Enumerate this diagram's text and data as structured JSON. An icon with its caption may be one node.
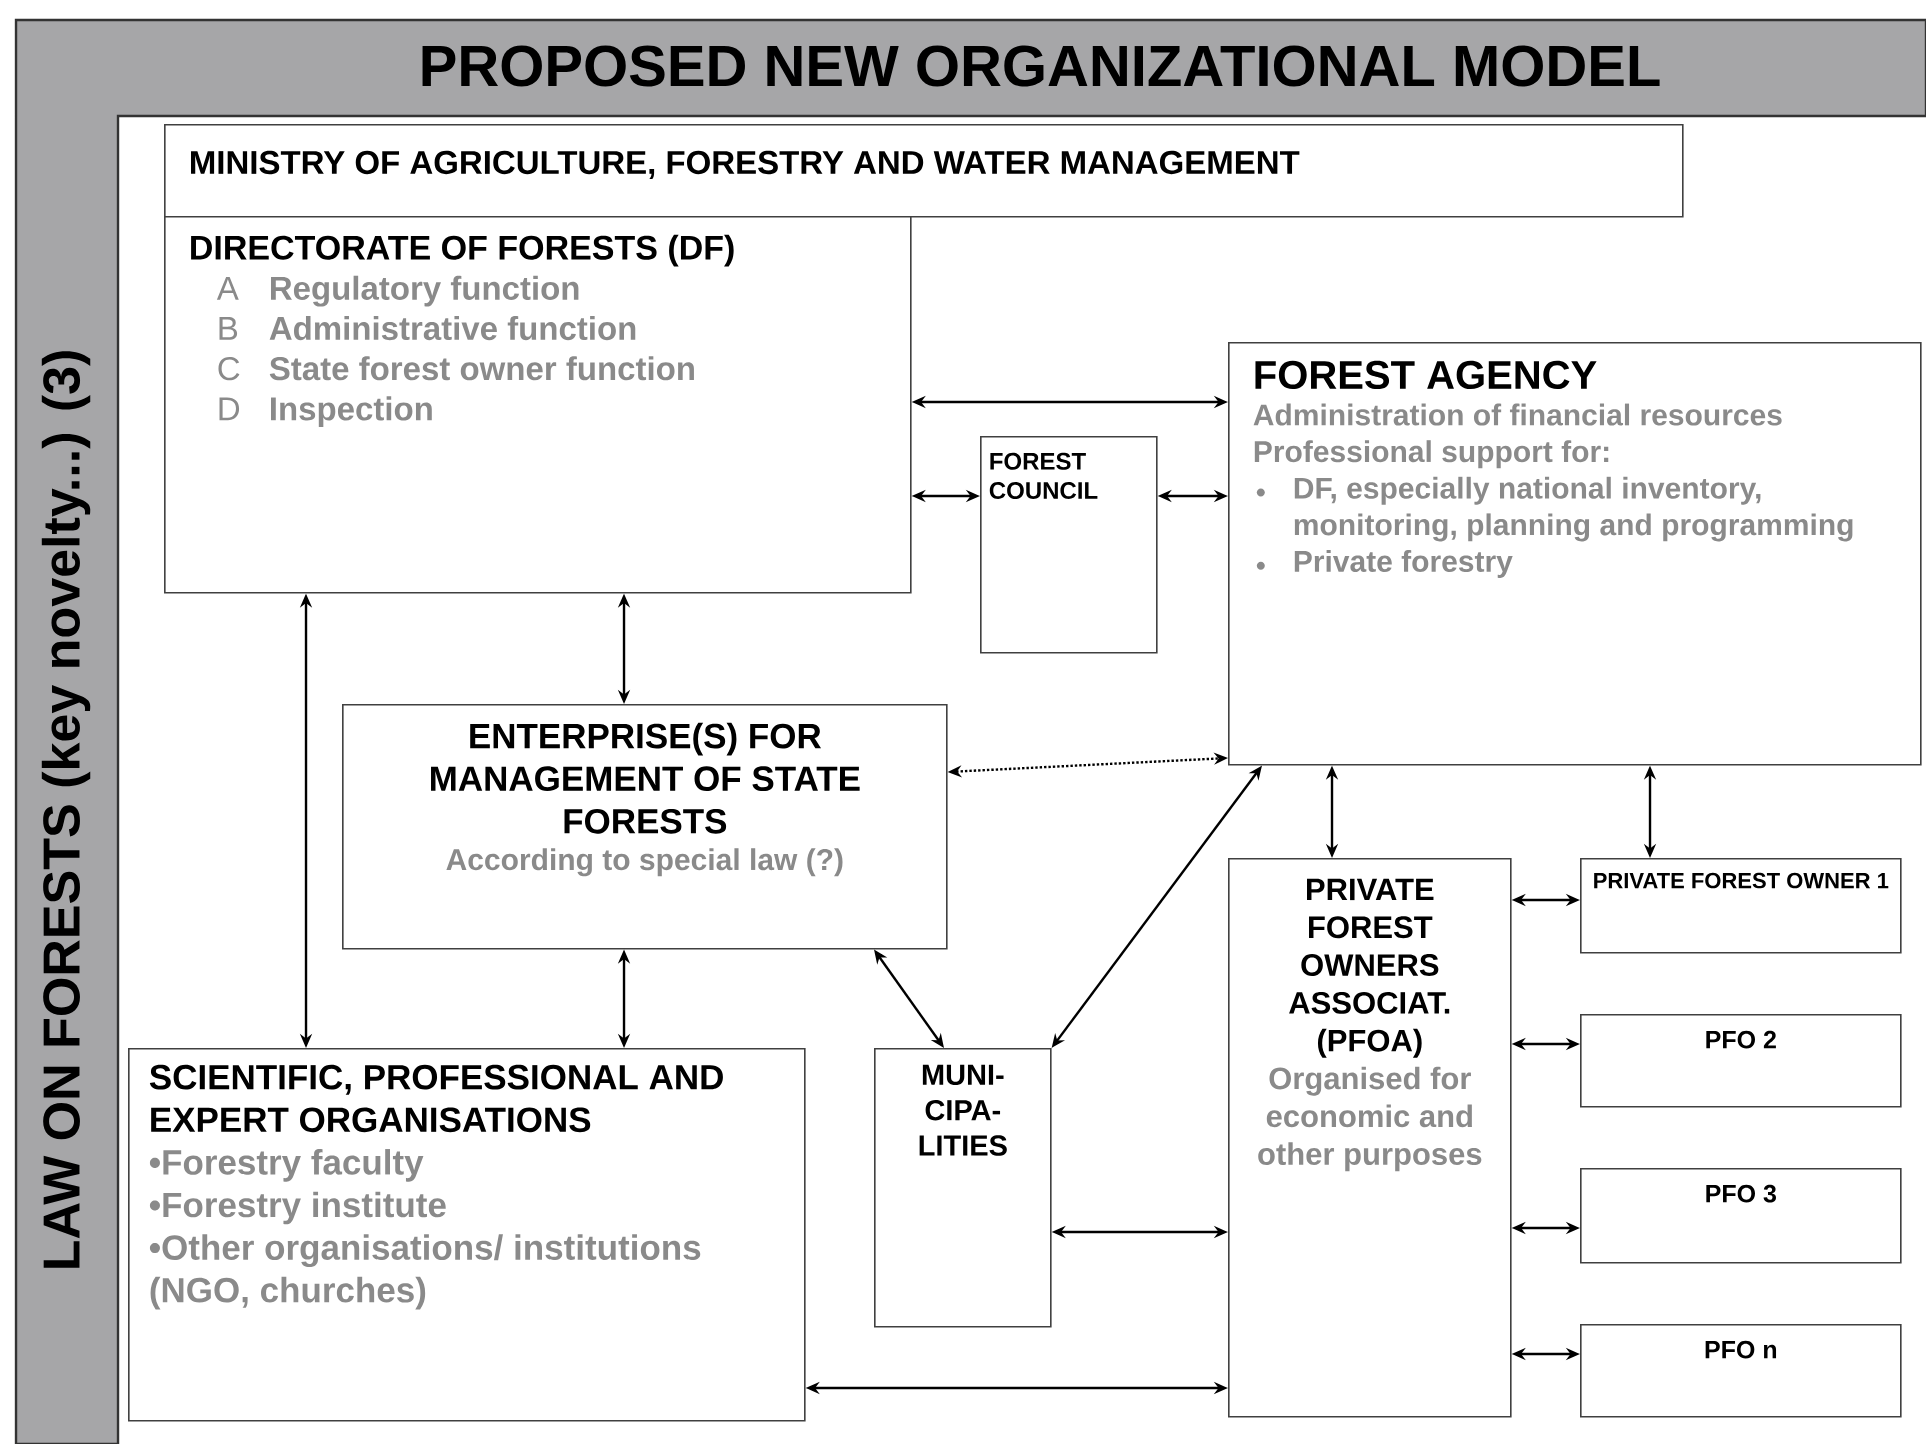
{
  "diagram": {
    "title": "PROPOSED NEW ORGANIZATIONAL MODEL",
    "nodes": [
      {
        "text": [
          "MINISTRY OF AGRICULTURE, FORESTRY AND WATER MANAGEMENT"
        ]
      },
      {
        "text": [
          "DIRECTORATE OF FORESTS (DF)",
          "A",
          "Regulatory function",
          "B",
          "Administrative function",
          "C",
          "State forest owner function",
          "D",
          "Inspection"
        ]
      },
      {
        "text": [
          "FOREST COUNCIL"
        ]
      },
      {
        "text": [
          "FOREST AGENCY",
          "Administration of financial resources",
          "Professional support for:",
          "DF, especially national inventory, monitoring, planning and programming",
          "Private forestry"
        ]
      },
      {
        "text": [
          "ENTERPRISE(S) FOR MANAGEMENT OF STATE FORESTS",
          "According to special law (?)"
        ]
      },
      {
        "text": [
          "SCIENTIFIC, PROFESSIONAL AND EXPERT ORGANISATIONS",
          "•Forestry faculty",
          "•Forestry institute",
          "•Other organisations/ institutions (NGO, churches)"
        ]
      },
      {
        "text": [
          "MUNI- CIPA- LITIES"
        ]
      },
      {
        "text": [
          "PRIVATE FOREST OWNERS ASSOCIAT. (PFOA)",
          "Organised for economic and other purposes"
        ]
      },
      {
        "text": [
          "PRIVATE FOREST OWNER 1"
        ]
      },
      {
        "text": [
          "PFO 2"
        ]
      },
      {
        "text": [
          "PFO 3"
        ]
      },
      {
        "text": [
          "PFO n"
        ]
      }
    ],
    "edges": [
      {
        "from": 1,
        "to": 3,
        "arrow": "both"
      },
      {
        "from": 1,
        "to": 2,
        "arrow": "both"
      },
      {
        "from": 2,
        "to": 3,
        "arrow": "both"
      },
      {
        "from": 1,
        "to": 5,
        "arrow": "both"
      },
      {
        "from": 1,
        "to": 4,
        "arrow": "both"
      },
      {
        "from": 4,
        "to": 3,
        "arrow": "both",
        "style": "dashed"
      },
      {
        "from": 4,
        "to": 5,
        "arrow": "both"
      },
      {
        "from": 4,
        "to": 6,
        "arrow": "both"
      },
      {
        "from": 6,
        "to": 3,
        "arrow": "both"
      },
      {
        "from": 3,
        "to": 7,
        "arrow": "both"
      },
      {
        "from": 3,
        "to": 8,
        "arrow": "both"
      },
      {
        "from": 7,
        "to": 8,
        "arrow": "both"
      },
      {
        "from": 7,
        "to": 9,
        "arrow": "both"
      },
      {
        "from": 7,
        "to": 10,
        "arrow": "both"
      },
      {
        "from": 7,
        "to": 11,
        "arrow": "both"
      },
      {
        "from": 6,
        "to": 7,
        "arrow": "both"
      },
      {
        "from": 5,
        "to": 7,
        "arrow": "both"
      }
    ],
    "labels": [
      "LAW ON FORESTS (key novelty...) (3)"
    ]
  }
}
